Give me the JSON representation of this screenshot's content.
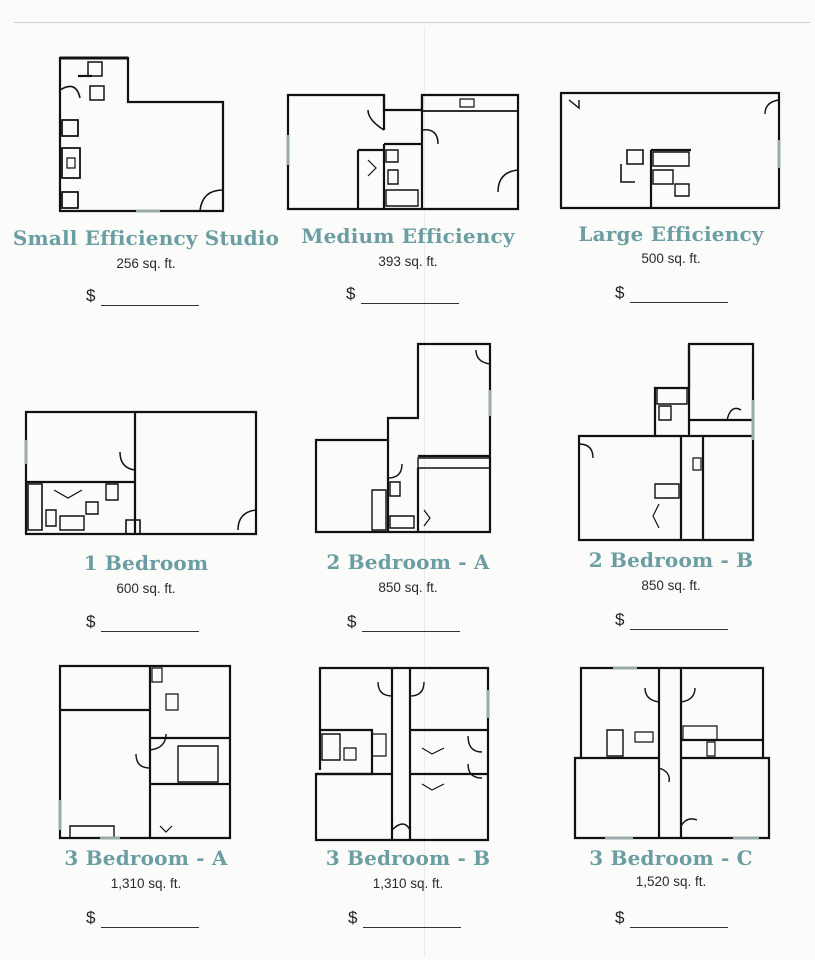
{
  "units": [
    {
      "id": "small-efficiency-studio",
      "name": "Small Efficiency Studio",
      "area": "256 sq. ft.",
      "currency": "$",
      "price": ""
    },
    {
      "id": "medium-efficiency",
      "name": "Medium Efficiency",
      "area": "393 sq. ft.",
      "currency": "$",
      "price": ""
    },
    {
      "id": "large-efficiency",
      "name": "Large Efficiency",
      "area": "500 sq. ft.",
      "currency": "$",
      "price": ""
    },
    {
      "id": "1-bedroom",
      "name": "1 Bedroom",
      "area": "600 sq. ft.",
      "currency": "$",
      "price": ""
    },
    {
      "id": "2-bedroom-a",
      "name": "2 Bedroom - A",
      "area": "850 sq. ft.",
      "currency": "$",
      "price": ""
    },
    {
      "id": "2-bedroom-b",
      "name": "2 Bedroom - B",
      "area": "850 sq. ft.",
      "currency": "$",
      "price": ""
    },
    {
      "id": "3-bedroom-a",
      "name": "3 Bedroom - A",
      "area": "1,310 sq. ft.",
      "currency": "$",
      "price": ""
    },
    {
      "id": "3-bedroom-b",
      "name": "3 Bedroom - B",
      "area": "1,310 sq. ft.",
      "currency": "$",
      "price": ""
    },
    {
      "id": "3-bedroom-c",
      "name": "3 Bedroom - C",
      "area": "1,520 sq. ft.",
      "currency": "$",
      "price": ""
    }
  ],
  "colors": {
    "title": "#6a9ea3",
    "text": "#2a2a2a",
    "line": "#111111",
    "background": "#fbfbf9"
  }
}
